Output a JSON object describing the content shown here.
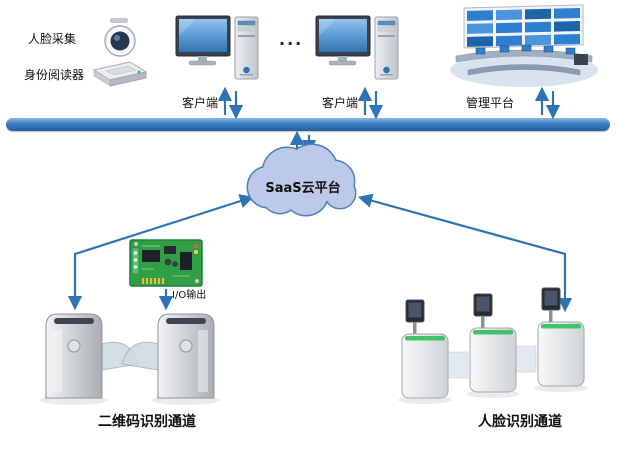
{
  "labels": {
    "face_capture": "人脸采集",
    "id_reader": "身份阅读器",
    "client_left": "客户端",
    "client_right": "客户端",
    "ellipsis": "...",
    "management": "管理平台",
    "cloud": "SaaS云平台",
    "io_output": "I/O输出",
    "qr_channel": "二维码识别通道",
    "face_channel": "人脸识别通道"
  },
  "colors": {
    "bus_blue": "#2e74b5",
    "arrow_blue": "#2e74b5",
    "cloud_fill": "#bcc9e8",
    "cloud_stroke": "#4f81bd",
    "screen_blue": "#2f7fd0",
    "pcb_green": "#2f9e44",
    "gate_led_green": "#42c36b"
  }
}
